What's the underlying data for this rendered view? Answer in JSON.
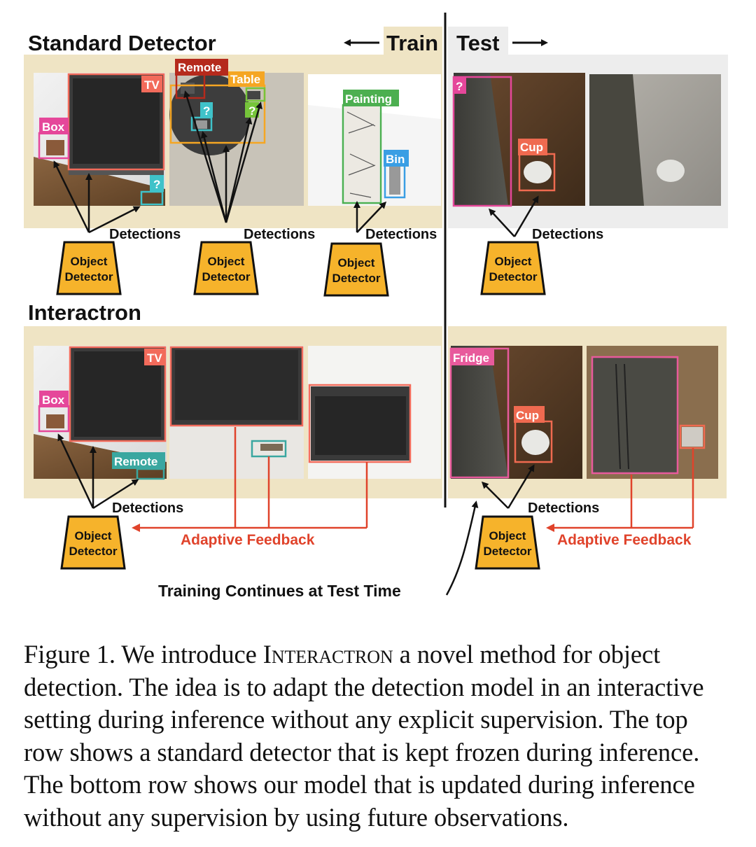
{
  "figure": {
    "headings": {
      "standard": "Standard Detector",
      "interactron": "Interactron",
      "train": "Train",
      "test": "Test"
    },
    "detector_label_line1": "Object",
    "detector_label_line2": "Detector",
    "detections_label": "Detections",
    "adaptive_feedback": "Adaptive Feedback",
    "training_continues": "Training Continues at Test Time",
    "box_labels": {
      "tv": "TV",
      "box": "Box",
      "remote": "Remote",
      "table": "Table",
      "unknown": "?",
      "painting": "Painting",
      "bin": "Bin",
      "cup": "Cup",
      "fridge": "Fridge"
    },
    "colors": {
      "train_background": "#efe4c4",
      "test_background": "#ededed",
      "detector_fill": "#f6b32b",
      "feedback_red": "#e0432b",
      "tv_box": "#f26b5b",
      "box_pink": "#e5479a",
      "remote_dark_red": "#b52a1c",
      "table_orange": "#f5a623",
      "unknown_teal": "#3fc2c9",
      "green": "#76c43a",
      "painting_green": "#4caf50",
      "bin_blue": "#3a9ee4",
      "cup_salmon": "#ef6a50",
      "fridge_pink": "#e85a9c",
      "remote_teal": "#3aa7a0"
    }
  },
  "caption": {
    "prefix": "Figure 1. We introduce ",
    "method_name": "Interactron",
    "rest": " a novel method for object detection. The idea is to adapt the detection model in an interactive setting during inference without any explicit supervision. The top row shows a standard detector that is kept frozen during inference. The bottom row shows our model that is updated during inference without any supervision by using future observations."
  }
}
